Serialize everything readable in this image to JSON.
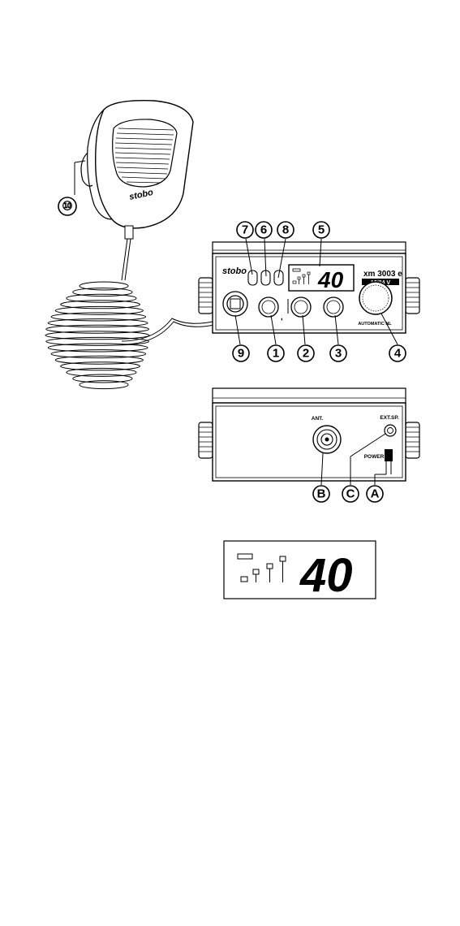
{
  "callouts": {
    "c10": "⑩",
    "c7": "7",
    "c6": "6",
    "c8": "8",
    "c5": "5",
    "c9": "9",
    "c1": "1",
    "c2": "2",
    "c3": "3",
    "c4": "4",
    "cB": "B",
    "cC": "C",
    "cA": "A"
  },
  "microphone": {
    "brand": "stobo"
  },
  "front_panel": {
    "brand": "stobo",
    "model": "xm 3003 e",
    "voltage": "12/24 V",
    "channel": "40",
    "knob_label": "AUTOMATIC NL"
  },
  "rear_panel": {
    "ant_label": "ANT.",
    "ext_label": "EXT.SP.",
    "power_label": "POWER"
  },
  "display_detail": {
    "channel": "40"
  }
}
